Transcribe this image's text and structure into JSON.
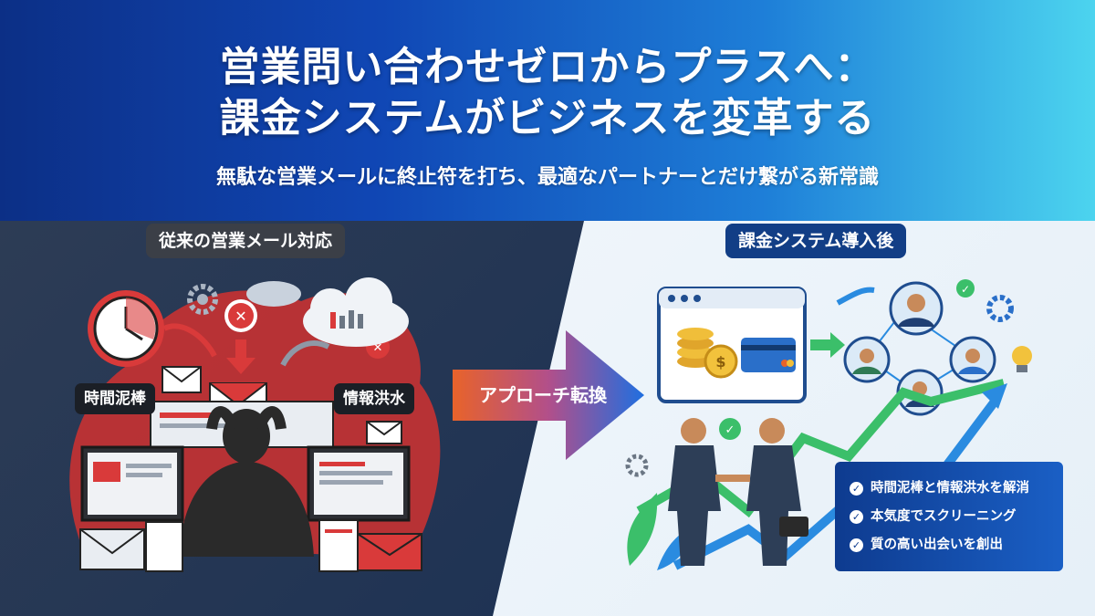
{
  "header": {
    "title_line1": "営業問い合わせゼロからプラスへ：",
    "title_line2": "課金システムがビジネスを変革する",
    "subtitle": "無駄な営業メールに終止符を打ち、最適なパートナーとだけ繋がる新常識"
  },
  "left": {
    "heading": "従来の営業メール対応",
    "tag_time": "時間泥棒",
    "tag_info": "情報洪水"
  },
  "transition": {
    "label": "アプローチ転換"
  },
  "right": {
    "heading": "課金システム導入後",
    "benefits": [
      "時間泥棒と情報洪水を解消",
      "本気度でスクリーニング",
      "質の高い出会いを創出"
    ]
  },
  "icons": {
    "check": "✓",
    "currency": "$"
  },
  "colors": {
    "header_start": "#0c2f86",
    "header_end": "#4cd4ef",
    "alert_red": "#d93a3a",
    "pill_left": "#3b3f47",
    "pill_right": "#123e86",
    "growth_green": "#3bbf6a",
    "growth_blue": "#2a8be0"
  }
}
